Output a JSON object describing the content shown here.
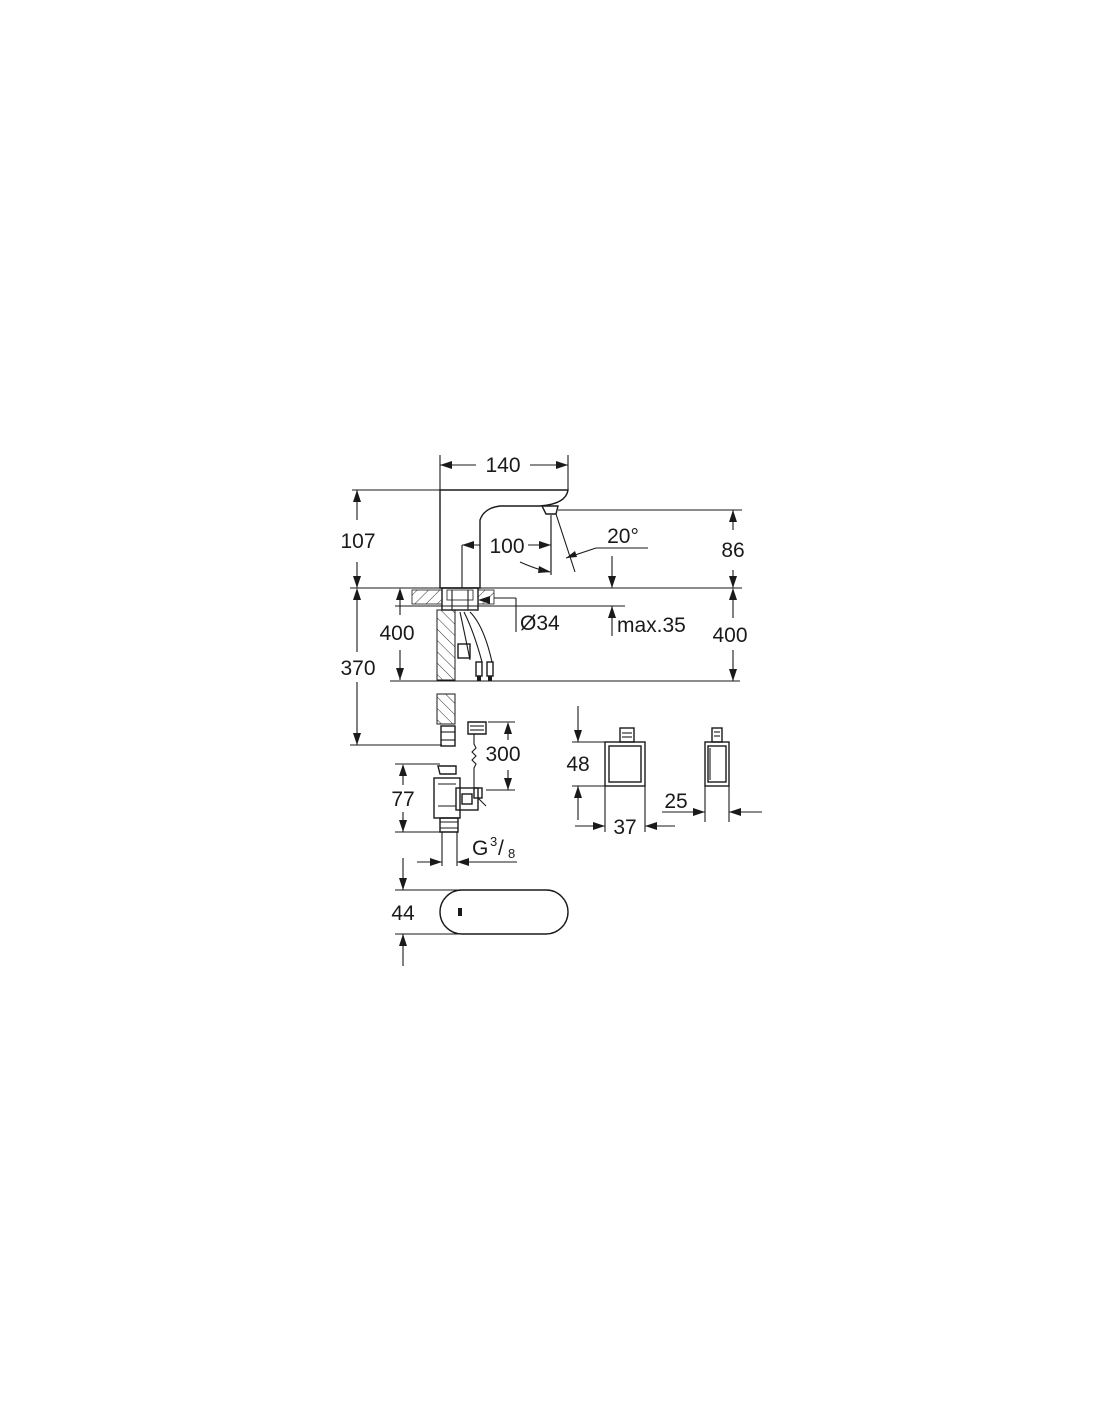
{
  "dimensions": {
    "faucet_width": "140",
    "faucet_height": "107",
    "spout_reach": "100",
    "spray_angle": "20°",
    "spout_height": "86",
    "hole_diameter": "Ø34",
    "max_deck_thickness": "max.35",
    "hose_length_left": "400",
    "hose_length_right": "400",
    "total_hose": "370",
    "cable_length": "300",
    "valve_height": "77",
    "thread_prefix": "G",
    "thread_num": "3",
    "thread_den": "8",
    "battery_height": "48",
    "battery_width": "37",
    "battery_depth": "25",
    "base_width": "44"
  }
}
